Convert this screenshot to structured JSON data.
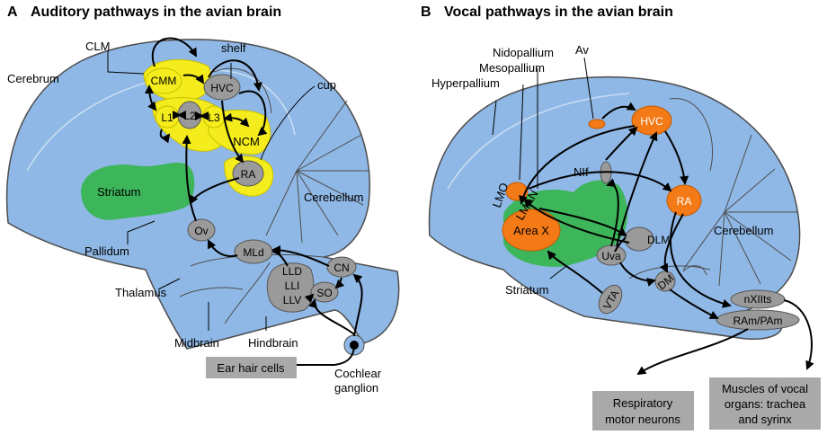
{
  "panel_a": {
    "letter": "A",
    "title": "Auditory pathways in the avian brain",
    "labels": {
      "clm": "CLM",
      "shelf": "shelf",
      "cerebrum": "Cerebrum",
      "cup": "cup",
      "striatum": "Striatum",
      "cerebellum": "Cerebellum",
      "pallidum": "Pallidum",
      "thalamus": "Thalamus",
      "midbrain": "Midbrain",
      "hindbrain": "Hindbrain",
      "cochlear_line1": "Cochlear",
      "cochlear_line2": "ganglion"
    },
    "nuclei": {
      "cmm": "CMM",
      "hvc": "HVC",
      "l1": "L1",
      "l2": "L2",
      "l3": "L3",
      "ncm": "NCM",
      "ra": "RA",
      "ov": "Ov",
      "mld": "MLd",
      "lld": "LLD",
      "lli": "LLI",
      "llv": "LLV",
      "cn": "CN",
      "so": "SO"
    },
    "ear_box": "Ear hair cells"
  },
  "panel_b": {
    "letter": "B",
    "title": "Vocal pathways in the avian brain",
    "labels": {
      "nidopallium": "Nidopallium",
      "mesopallium": "Mesopallium",
      "hyperpallium": "Hyperpallium",
      "av": "Av",
      "nif": "NIf",
      "lmo": "LMO",
      "lman": "LMAN",
      "cerebellum": "Cerebellum",
      "striatum": "Striatum"
    },
    "nuclei": {
      "hvc": "HVC",
      "ra": "RA",
      "area_x": "Area X",
      "dlm": "DLM",
      "uva": "Uva",
      "dm": "DM",
      "vta": "VTA",
      "nxiits": "nXIIts",
      "ram_pam": "RAm/PAm"
    },
    "box_resp_line1": "Respiratory",
    "box_resp_line2": "motor neurons",
    "box_muscle_line1": "Muscles of vocal",
    "box_muscle_line2": "organs: trachea",
    "box_muscle_line3": "and syrinx"
  }
}
